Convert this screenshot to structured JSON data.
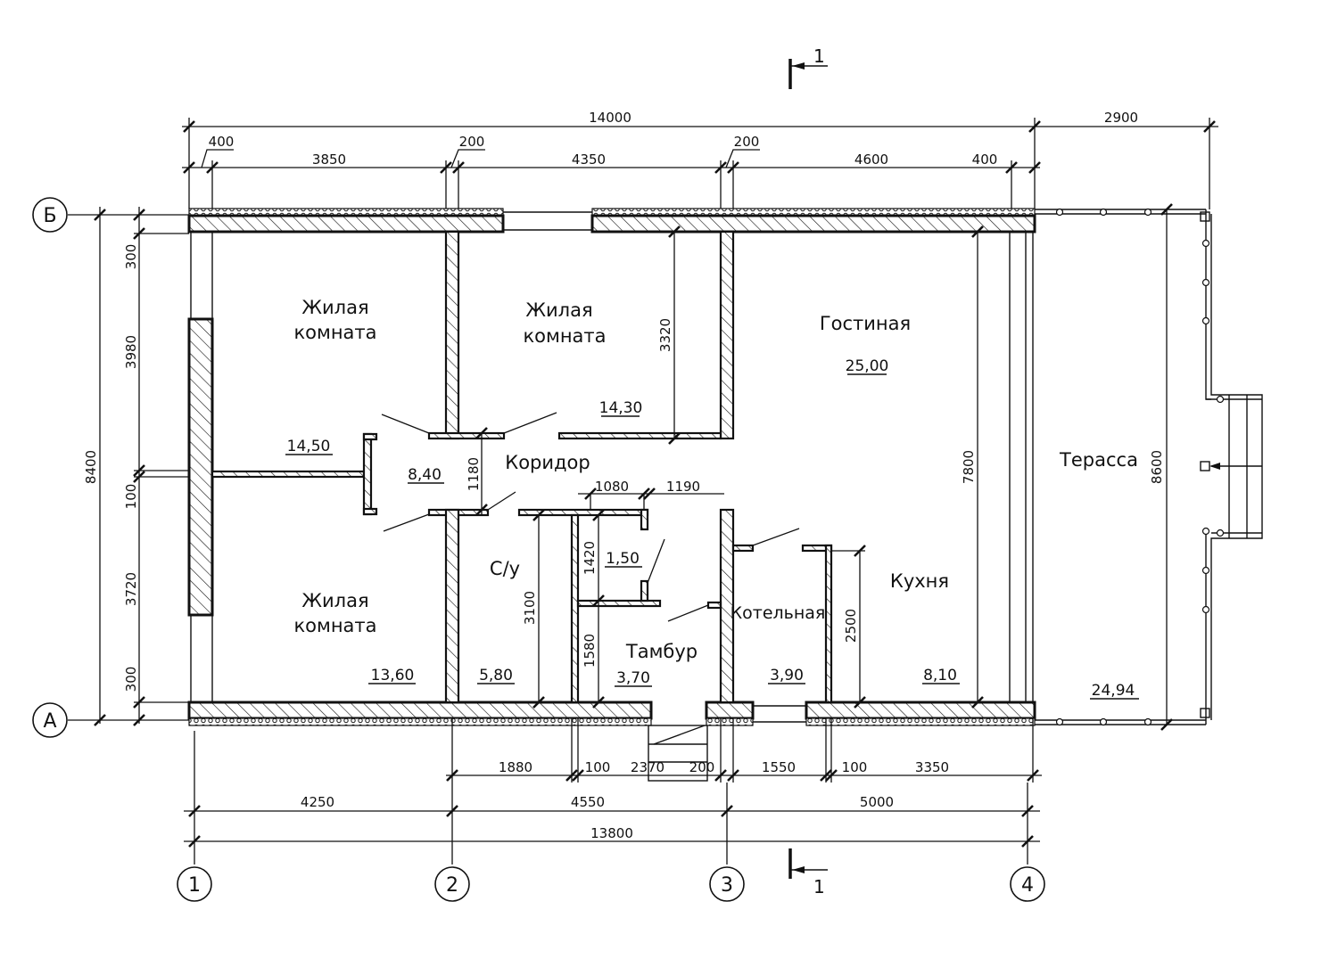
{
  "drawing": {
    "type": "floor-plan",
    "section_mark": "1",
    "axes": {
      "horizontal": [
        "1",
        "2",
        "3",
        "4"
      ],
      "vertical": [
        "Б",
        "А"
      ]
    },
    "rooms": [
      {
        "id": "living-room-1",
        "name_line1": "Жилая",
        "name_line2": "комната",
        "area": "14,50"
      },
      {
        "id": "living-room-2",
        "name_line1": "Жилая",
        "name_line2": "комната",
        "area": "14,30"
      },
      {
        "id": "living-room-3",
        "name_line1": "Жилая",
        "name_line2": "комната",
        "area": "13,60"
      },
      {
        "id": "guest-room",
        "name": "Гостиная",
        "area": "25,00"
      },
      {
        "id": "corridor",
        "name": "Коридор",
        "area": "8,40"
      },
      {
        "id": "bathroom",
        "name": "С/у",
        "area": "5,80"
      },
      {
        "id": "closet",
        "name": "",
        "area": "1,50"
      },
      {
        "id": "vestibule",
        "name": "Тамбур",
        "area": "3,70"
      },
      {
        "id": "boiler-room",
        "name": "Котельная",
        "area": "3,90"
      },
      {
        "id": "kitchen",
        "name": "Кухня",
        "area": "8,10"
      },
      {
        "id": "terrace",
        "name": "Терасса",
        "area": "24,94"
      }
    ],
    "dimensions": {
      "top_overall": "14000",
      "top_terrace": "2900",
      "top_chain": [
        "400",
        "3850",
        "200",
        "4350",
        "200",
        "4600",
        "400"
      ],
      "left_overall": "8400",
      "left_chain": [
        "300",
        "3980",
        "100",
        "3720",
        "300"
      ],
      "bottom_inner_chain": [
        "1880",
        "100",
        "2370",
        "200",
        "1550",
        "100",
        "3350"
      ],
      "bottom_axes_chain": [
        "4250",
        "4550",
        "5000"
      ],
      "bottom_overall": "13800",
      "terrace_depth": "8600",
      "inner": {
        "room2_height": "3320",
        "corridor_width": "1180",
        "closet_width": "1080",
        "vestibule_span": "1190",
        "closet_height": "1420",
        "vestibule_height": "1580",
        "bathroom_height": "3100",
        "kitchen_partition": "2500",
        "guest_height": "7800"
      }
    }
  }
}
